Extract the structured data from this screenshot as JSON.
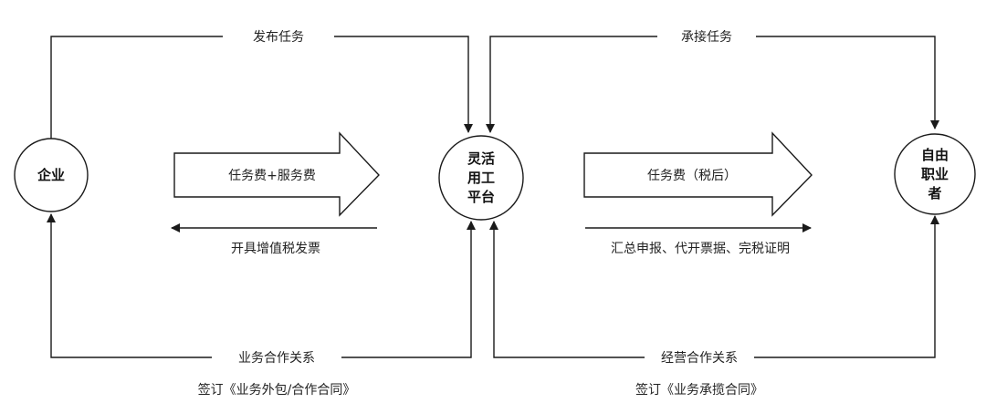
{
  "nodes": {
    "enterprise": "企业",
    "platform": [
      "灵活",
      "用工",
      "平台"
    ],
    "freelancer": [
      "自由",
      "职业",
      "者"
    ]
  },
  "flows": {
    "publish_task": "发布任务",
    "accept_task": "承接任务",
    "task_service_fee": "任务费+服务费",
    "vat_invoice": "开具增值税发票",
    "task_fee_after_tax": "任务费（税后）",
    "tax_filing": "汇总申报、代开票据、完税证明",
    "business_cooperation": "业务合作关系",
    "business_contract": "签订《业务外包/合作合同》",
    "operation_cooperation": "经营合作关系",
    "operation_contract": "签订《业务承揽合同》"
  },
  "colors": {
    "stroke": "#1a1a1a",
    "text": "#222222"
  }
}
